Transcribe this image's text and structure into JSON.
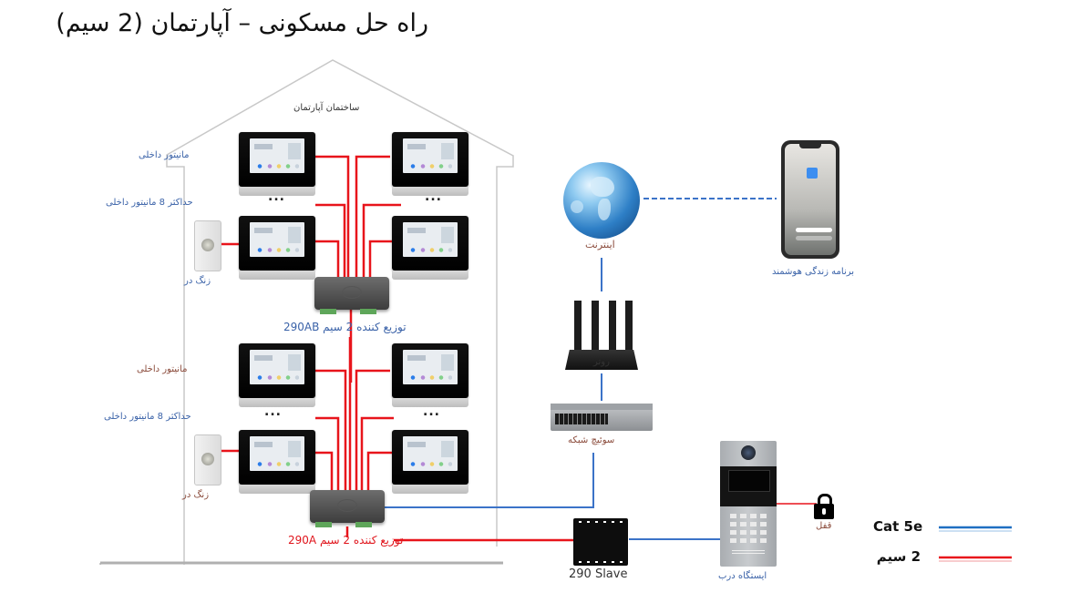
{
  "title": "راه حل مسکونی – آپارتمان (2 سیم)",
  "building": {
    "label": "ساختمان آپارتمان",
    "floors": [
      {
        "indoor_monitor_label": "مانیتور داخلی",
        "max_monitors_label": "حداکثر 8 مانیتور داخلی",
        "doorbell_label": "زنگ در",
        "ellipsis": "...",
        "distributor_label": "توزیع کننده 2 سیم 290AB"
      },
      {
        "indoor_monitor_label": "مانیتور داخلی",
        "max_monitors_label": "حداکثر 8 مانیتور داخلی",
        "doorbell_label": "زنگ در",
        "ellipsis": "...",
        "distributor_label": "توزیع کننده 2 سیم 290A"
      }
    ]
  },
  "network": {
    "internet_label": "اینترنت",
    "app_label": "برنامه زندگی هوشمند",
    "router_label": "روتر",
    "switch_label": "سوئیچ شبکه"
  },
  "slave_label": "290 Slave",
  "door_station_label": "ایستگاه درب",
  "lock_label": "قفل",
  "legend": [
    {
      "label": "Cat 5e",
      "color": "#1f6fc2",
      "kind": "cat5e"
    },
    {
      "label": "2 سیم",
      "color": "#e8141b",
      "kind": "2-wire"
    }
  ],
  "colors": {
    "wire_2": "#e8141b",
    "wire_cat5e": "#3b73c8",
    "building_outline": "#c8c8c8"
  }
}
